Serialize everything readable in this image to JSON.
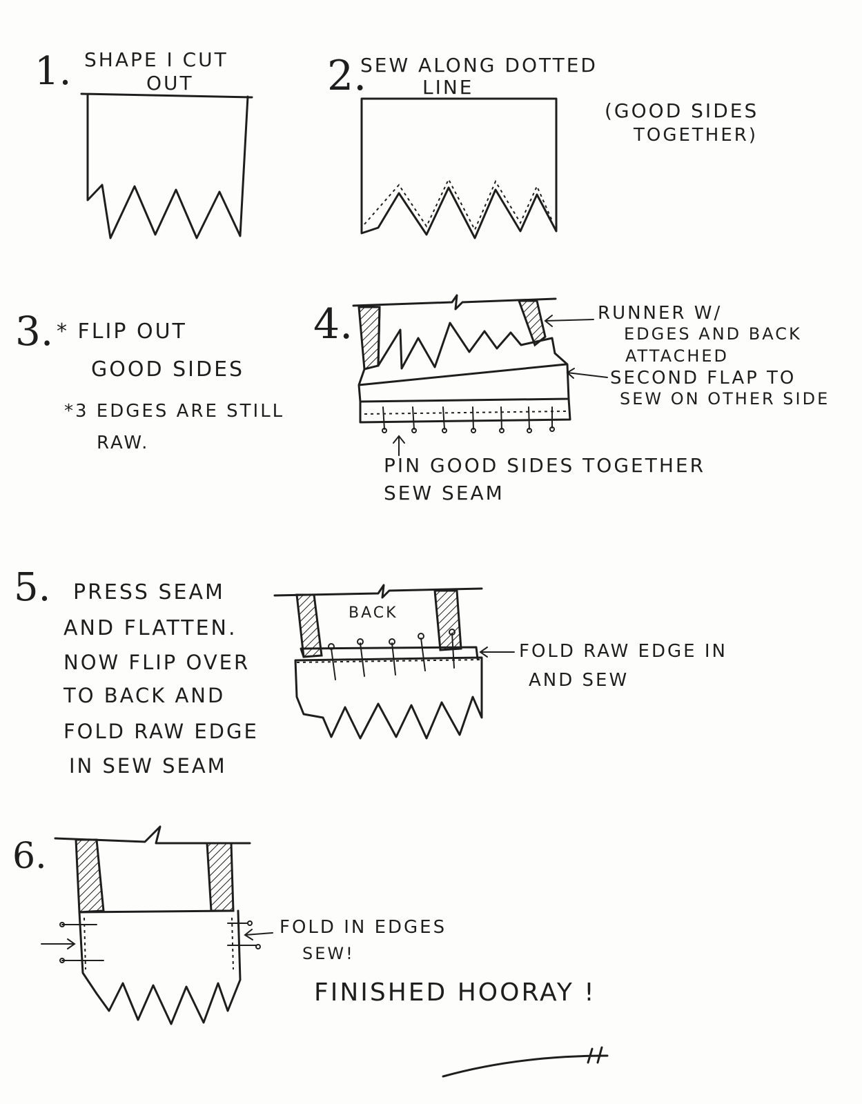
{
  "steps": {
    "s1": {
      "number": "1.",
      "line1": "SHAPE I CUT",
      "line2": "OUT"
    },
    "s2": {
      "number": "2.",
      "line1": "SEW ALONG DOTTED",
      "line2": "LINE",
      "note1": "(GOOD SIDES",
      "note2": "TOGETHER)"
    },
    "s3": {
      "number": "3.",
      "line1": "* FLIP OUT",
      "line2": "GOOD SIDES",
      "line3": "*3 EDGES ARE STILL",
      "line4": "RAW."
    },
    "s4": {
      "number": "4.",
      "label1a": "RUNNER W/",
      "label1b": "EDGES AND BACK",
      "label1c": "ATTACHED",
      "label2a": "SECOND FLAP TO",
      "label2b": "SEW ON OTHER SIDE",
      "caption1": "PIN GOOD SIDES TOGETHER",
      "caption2": "SEW SEAM"
    },
    "s5": {
      "number": "5.",
      "line1": "PRESS SEAM",
      "line2": "AND FLATTEN.",
      "line3": "NOW FLIP OVER",
      "line4": "TO BACK AND",
      "line5": "FOLD RAW EDGE",
      "line6": "IN SEW SEAM",
      "back": "BACK",
      "label1": "FOLD RAW EDGE IN",
      "label2": "AND SEW"
    },
    "s6": {
      "number": "6.",
      "label1": "FOLD IN EDGES",
      "label2": "SEW!",
      "finished": "FINISHED HOORAY !"
    }
  },
  "colors": {
    "ink": "#1e1e1e",
    "paper": "#fdfdfb"
  }
}
